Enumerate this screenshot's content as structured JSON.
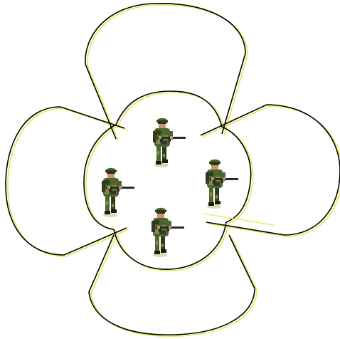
{
  "scene": {
    "background_color": "#ffffff",
    "outline_color": "#000000",
    "highlight_color": "#e8e84a",
    "petals": [
      {
        "id": "top"
      },
      {
        "id": "left"
      },
      {
        "id": "right"
      },
      {
        "id": "bottom"
      }
    ],
    "soldiers": [
      {
        "id": "soldier-top",
        "facing": "right",
        "equipment": "rifle"
      },
      {
        "id": "soldier-left",
        "facing": "right",
        "equipment": "rifle"
      },
      {
        "id": "soldier-right",
        "facing": "right",
        "equipment": "rifle"
      },
      {
        "id": "soldier-bottom",
        "facing": "right",
        "equipment": "rifle"
      }
    ],
    "uniform": {
      "camo_dark": "#2f3b1c",
      "camo_mid": "#4f6530",
      "camo_light": "#7d8f4a",
      "skin": "#c9946a",
      "rifle": "#2b2b2b",
      "boots": "#1c1c14"
    }
  }
}
